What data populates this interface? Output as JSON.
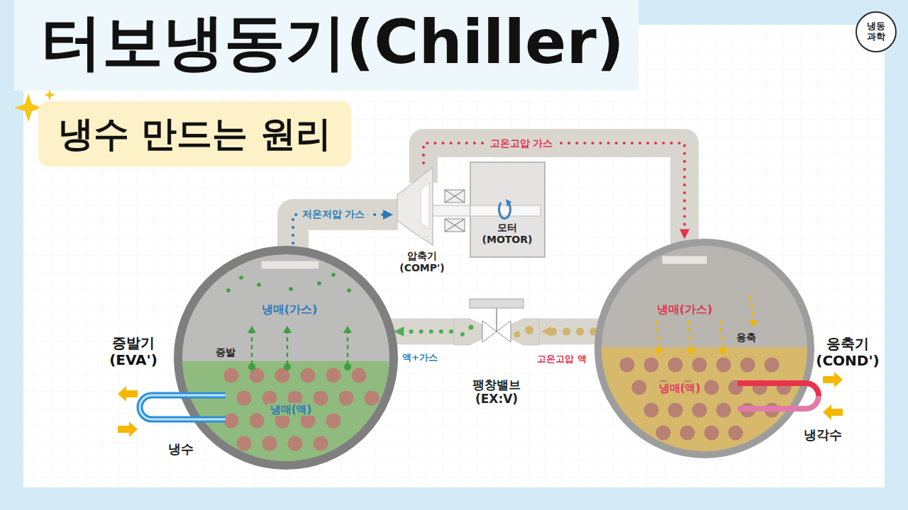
{
  "diagram": {
    "title": "터보냉동기(Chiller)",
    "nodes": [
      {
        "text": [
          "냉동 과학"
        ]
      },
      {
        "text": [
          "냉수 만드는 원리"
        ]
      },
      {
        "text": [
          "압축기 (COMP')"
        ]
      },
      {
        "text": [
          "모터 (MOTOR)"
        ]
      },
      {
        "text": [
          "증발기 (EVA')",
          "냉매(가스)",
          "증발",
          "냉매(액)"
        ]
      },
      {
        "text": [
          "팽창밸브 (EX:V)"
        ]
      },
      {
        "text": [
          "응축기 (COND')",
          "냉매(가스)",
          "응축",
          "냉매(액)"
        ]
      }
    ],
    "edges": [
      {
        "from": 4,
        "to": 2,
        "label": "저온저압 가스",
        "arrow": "to"
      },
      {
        "from": 2,
        "to": 6,
        "label": "고온고압 가스",
        "arrow": "to"
      },
      {
        "from": 6,
        "to": 5,
        "label": "고온고압 액",
        "arrow": "to"
      },
      {
        "from": 5,
        "to": 4,
        "label": "액+가스",
        "arrow": "to"
      }
    ],
    "labels": [
      "냉수",
      "냉각수"
    ]
  }
}
